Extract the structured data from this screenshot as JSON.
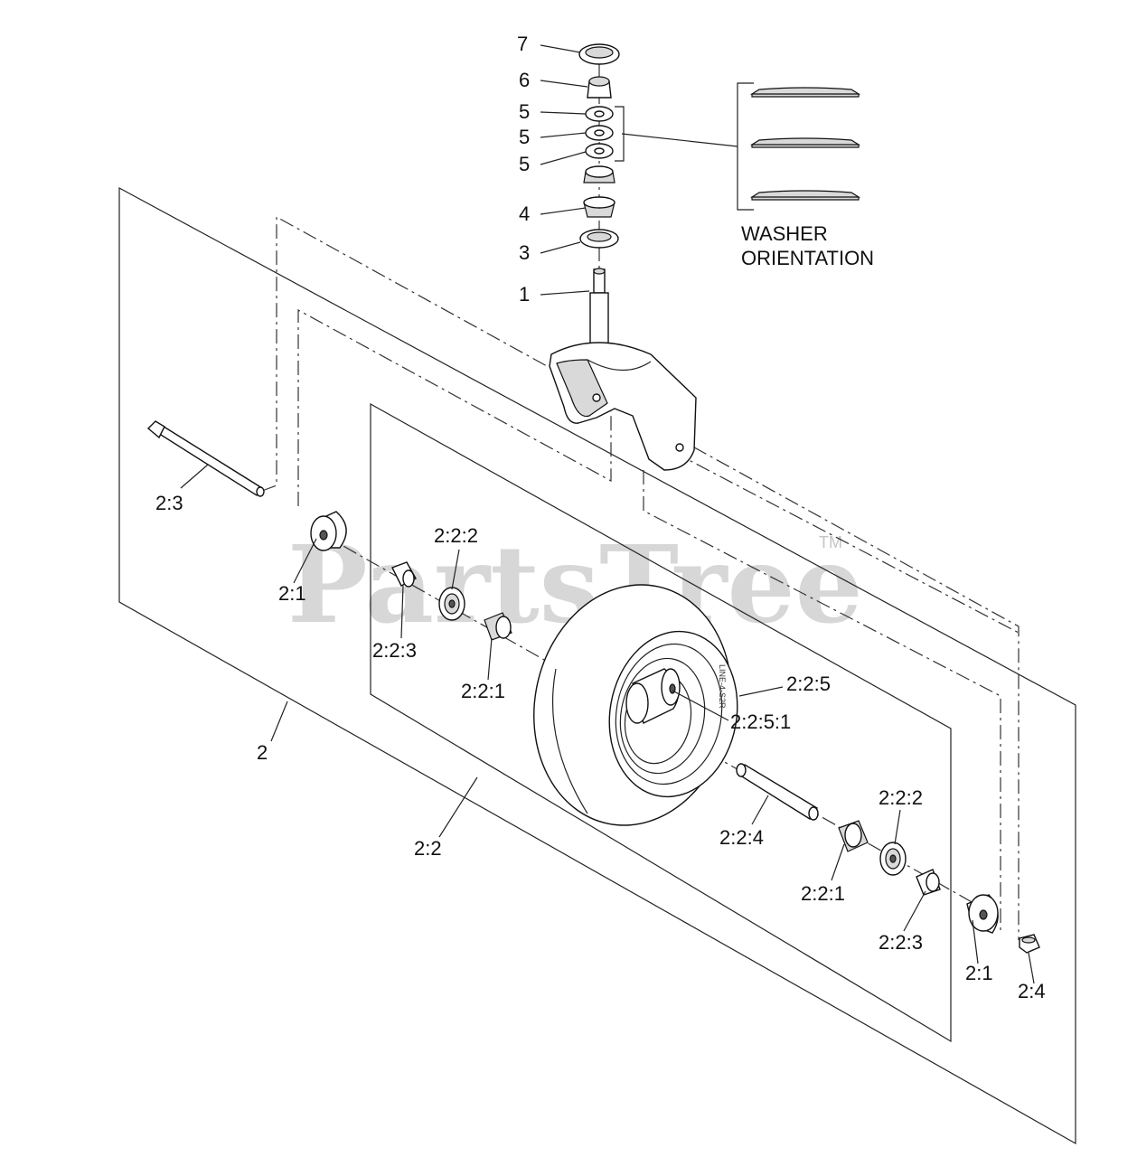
{
  "watermark": {
    "text": "PartsTree",
    "trademark": "TM"
  },
  "washer_note": {
    "line1": "WASHER",
    "line2": "ORIENTATION"
  },
  "callouts": {
    "c7": "7",
    "c6": "6",
    "c5a": "5",
    "c5b": "5",
    "c5c": "5",
    "c4": "4",
    "c3": "3",
    "c1": "1",
    "c2_3": "2:3",
    "c2_1_left": "2:1",
    "c2_2_2_top": "2:2:2",
    "c2_2_3_left": "2:2:3",
    "c2_2_1_left": "2:2:1",
    "c2_2_5": "2:2:5",
    "c2_2_5_1": "2:2:5:1",
    "c2": "2",
    "c2_2": "2:2",
    "c2_2_4": "2:2:4",
    "c2_2_2_right": "2:2:2",
    "c2_2_1_right": "2:2:1",
    "c2_2_3_right": "2:2:3",
    "c2_1_right": "2:1",
    "c2_4": "2:4"
  },
  "tire_sidewall_text": "LINE-4-S2R"
}
